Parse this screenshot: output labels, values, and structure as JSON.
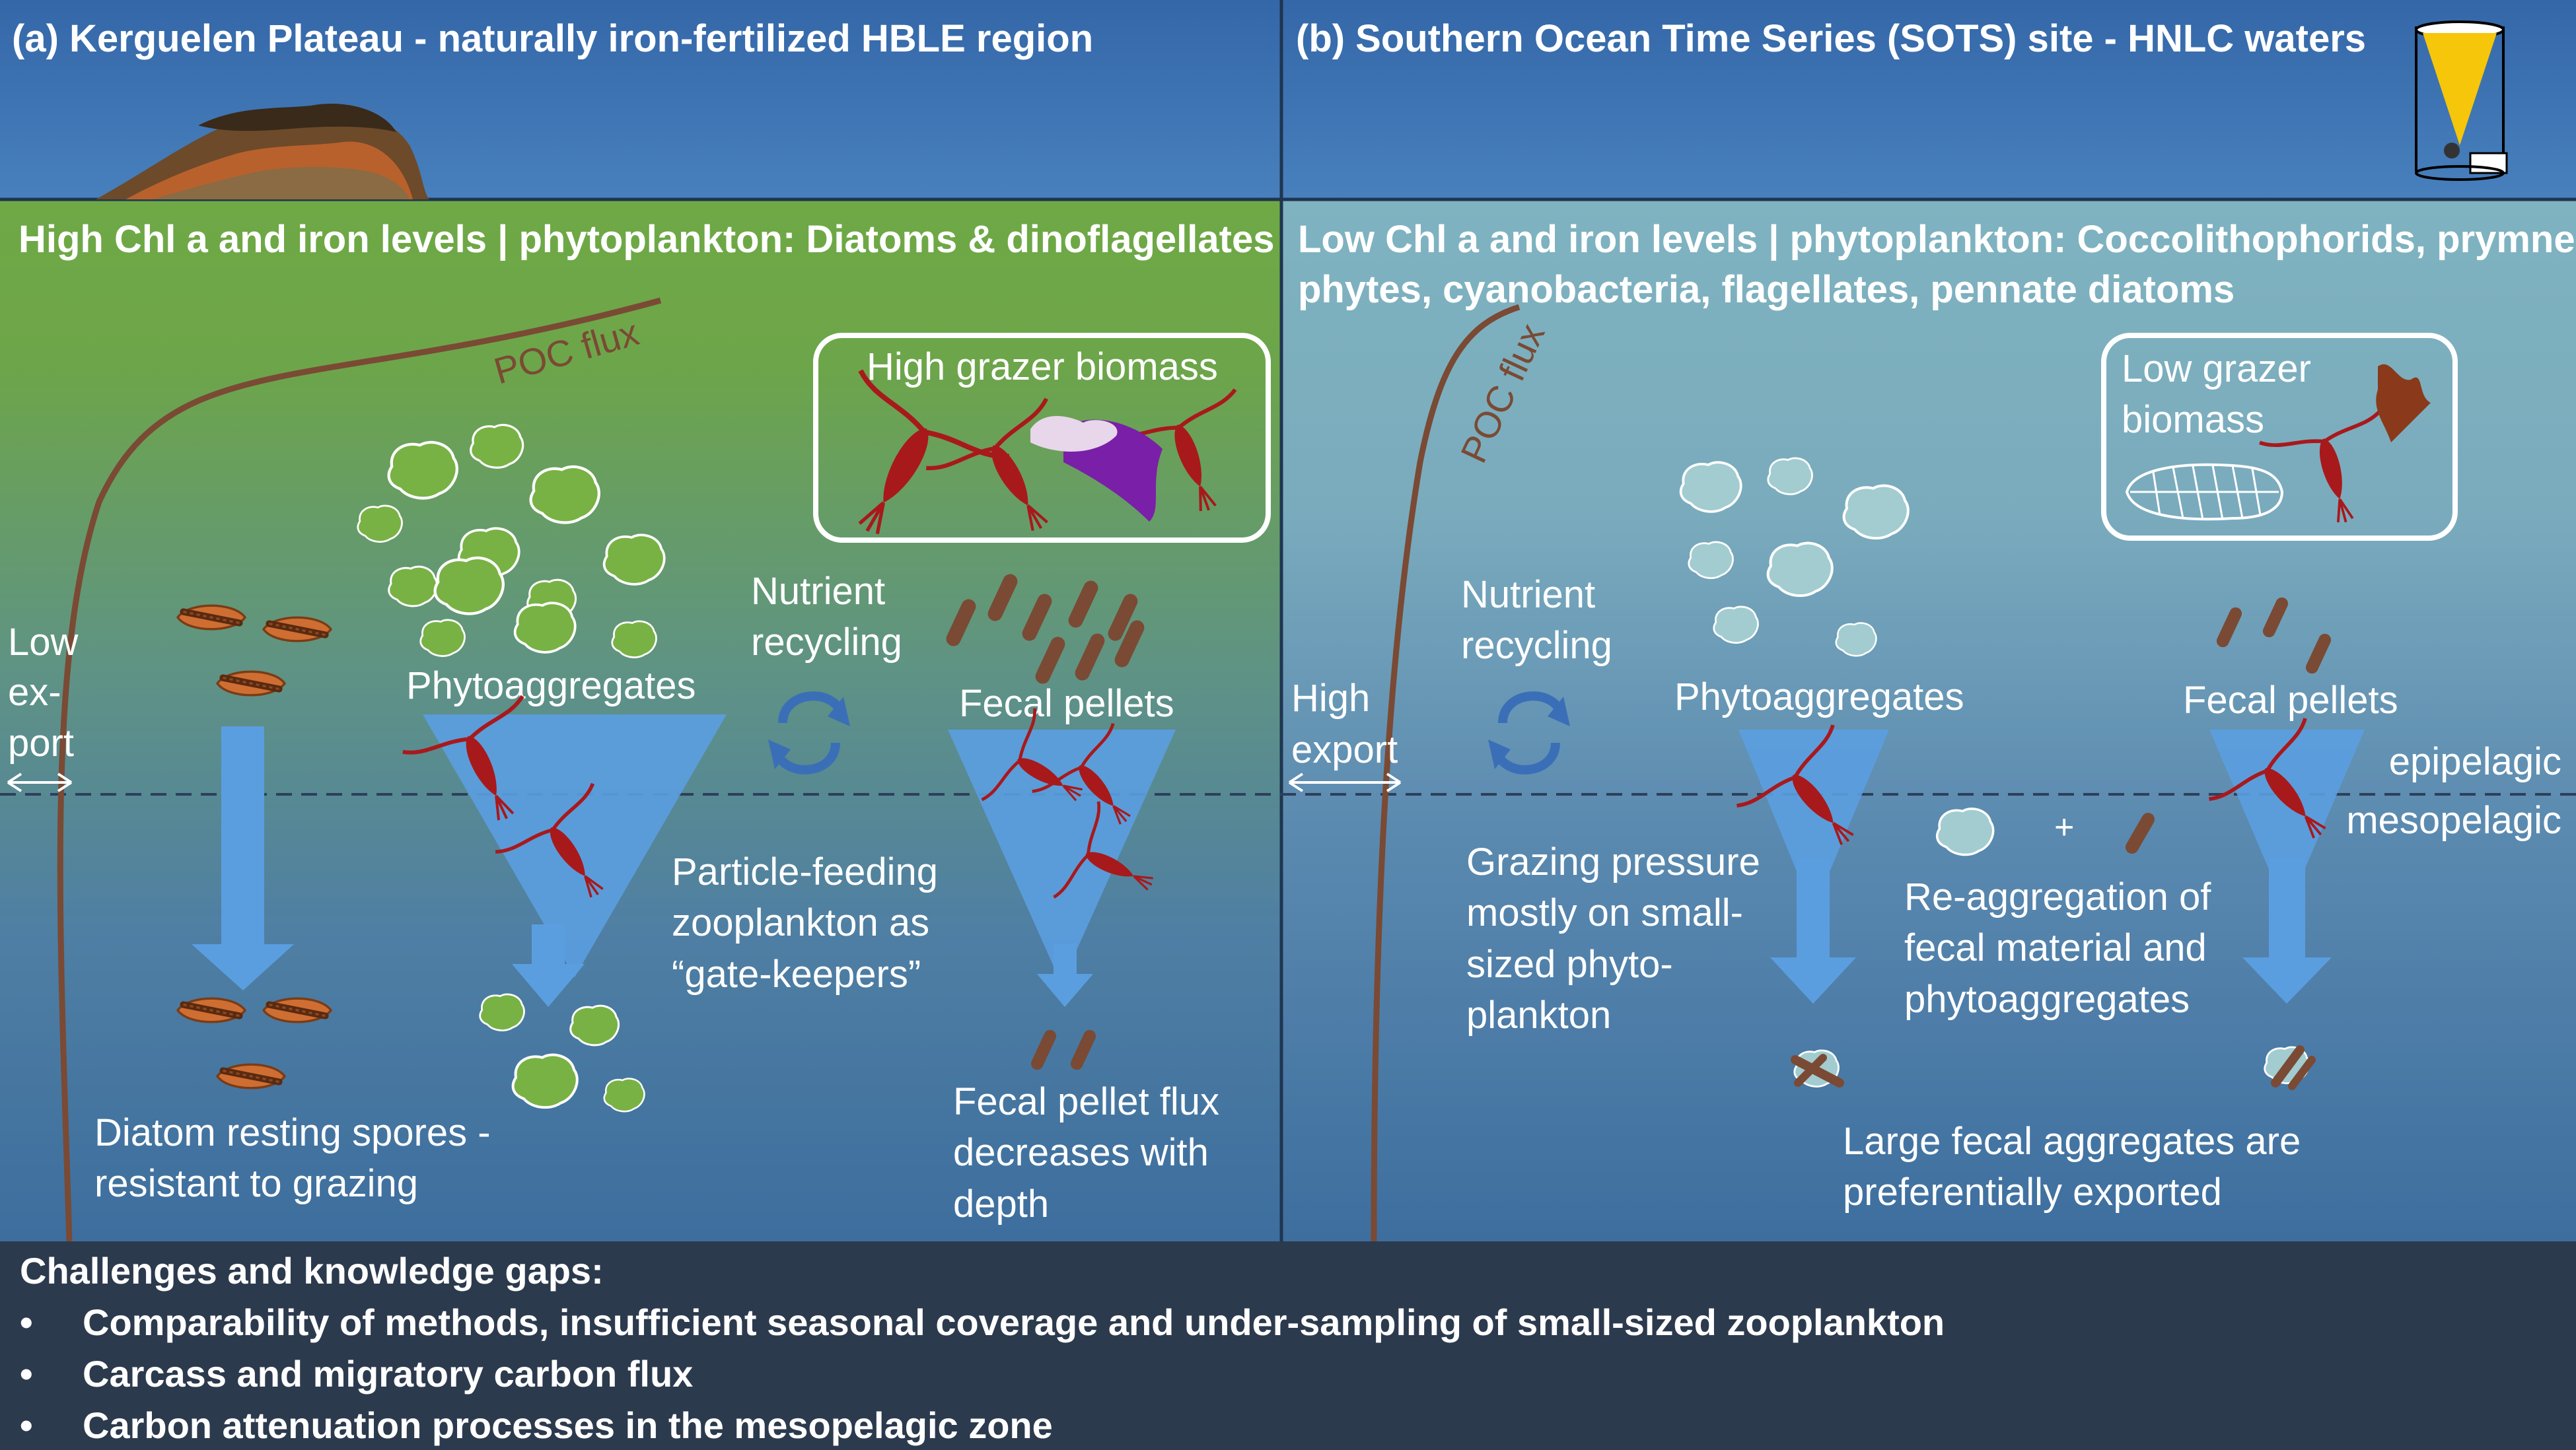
{
  "panel_a": {
    "title": "(a) Kerguelen Plateau - naturally iron-fertilized HBLE region",
    "conditions": "High Chl a and iron levels | phytoplankton: Diatoms & dinoflagellates",
    "poc_flux": "POC flux",
    "grazer_box": "High grazer biomass",
    "export_l1": "Low",
    "export_l2": "ex-",
    "export_l3": "port",
    "phyto": "Phytoaggregates",
    "nutrient_l1": "Nutrient",
    "nutrient_l2": "recycling",
    "fecal": "Fecal pellets",
    "gate_l1": "Particle-feeding",
    "gate_l2": "zooplankton as",
    "gate_l3": "“gate-keepers”",
    "spores_l1": "Diatom resting spores -",
    "spores_l2": "resistant to grazing",
    "fpflux_l1": "Fecal pellet flux",
    "fpflux_l2": "decreases with",
    "fpflux_l3": "depth"
  },
  "panel_b": {
    "title": "(b) Southern Ocean Time Series (SOTS) site - HNLC waters",
    "conditions_l1": "Low Chl a and iron levels | phytoplankton: Coccolithophorids, prymnesio-",
    "conditions_l2": "phytes, cyanobacteria, flagellates, pennate diatoms",
    "poc_flux": "POC flux",
    "grazer_l1": "Low grazer",
    "grazer_l2": "biomass",
    "export_l1": "High",
    "export_l2": "export",
    "nutrient_l1": "Nutrient",
    "nutrient_l2": "recycling",
    "phyto": "Phytoaggregates",
    "fecal": "Fecal pellets",
    "epipelagic": "epipelagic",
    "mesopelagic": "mesopelagic",
    "grazing_l1": "Grazing pressure",
    "grazing_l2": "mostly on small-",
    "grazing_l3": "sized phyto-",
    "grazing_l4": "plankton",
    "plus": "+",
    "reagg_l1": "Re-aggregation of",
    "reagg_l2": "fecal material and",
    "reagg_l3": "phytoaggregates",
    "large_l1": "Large fecal aggregates are",
    "large_l2": "preferentially exported"
  },
  "gaps": {
    "title": "Challenges and knowledge gaps:",
    "bullet": "•",
    "item1": "Comparability of methods, insufficient seasonal coverage and under-sampling of small-sized zooplankton",
    "item2": "Carcass and migratory carbon flux",
    "item3": "Carbon attenuation processes in the mesopelagic zone"
  },
  "colors": {
    "sky": "#3b73b0",
    "green_water": "#6ea646",
    "blue_water": "#5f8fb8",
    "phyto_green": "#78b244",
    "phyto_teal": "#a2ccd0",
    "arrow_blue": "#5b9ee0",
    "copepod_red": "#a8191c",
    "pellet_brown": "#7a4a34",
    "spore_orange": "#cf6e32"
  }
}
